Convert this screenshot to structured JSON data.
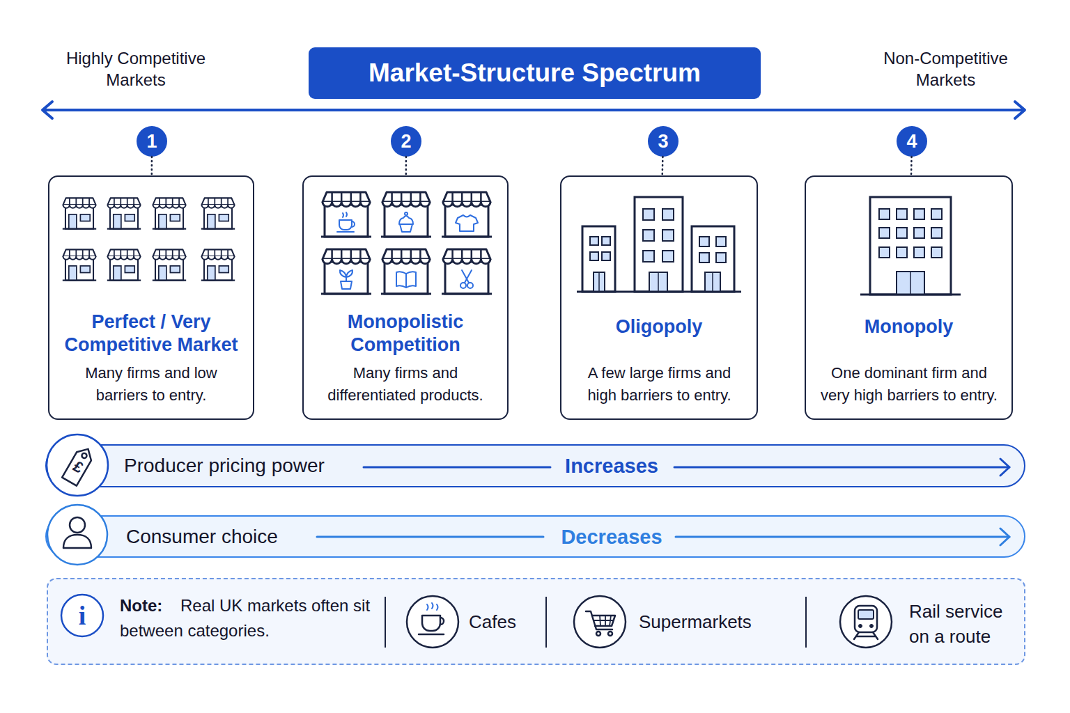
{
  "diagram": {
    "title": "Market-Structure Spectrum",
    "nodes": [
      {
        "text": [
          "1"
        ]
      },
      {
        "text": [
          "2"
        ]
      },
      {
        "text": [
          "3"
        ]
      },
      {
        "text": [
          "4"
        ]
      },
      {
        "text": [
          "Perfect / Very Competitive Market",
          "Many firms and low barriers to entry."
        ]
      },
      {
        "text": [
          "Monopolistic Competition",
          "Many firms and differentiated products."
        ]
      },
      {
        "text": [
          "Oligopoly",
          "A few large firms and high barriers to entry."
        ]
      },
      {
        "text": [
          "Monopoly",
          "One dominant firm and very high barriers to entry."
        ]
      },
      {
        "text": [
          "Producer pricing power",
          "Increases"
        ]
      },
      {
        "text": [
          "Consumer choice",
          "Decreases"
        ]
      },
      {
        "text": [
          "Note:",
          "Real UK markets often sit between categories.",
          "Cafes",
          "Supermarkets",
          "Rail service on a route"
        ]
      }
    ],
    "edges": [
      {
        "from": 0,
        "to": 4,
        "arrow": "none"
      },
      {
        "from": 1,
        "to": 5,
        "arrow": "none"
      },
      {
        "from": 2,
        "to": 6,
        "arrow": "none"
      },
      {
        "from": 3,
        "to": 7,
        "arrow": "none"
      }
    ],
    "labels": [
      "Highly Competitive Markets",
      "Non-Competitive Markets",
      "£",
      "i"
    ]
  }
}
